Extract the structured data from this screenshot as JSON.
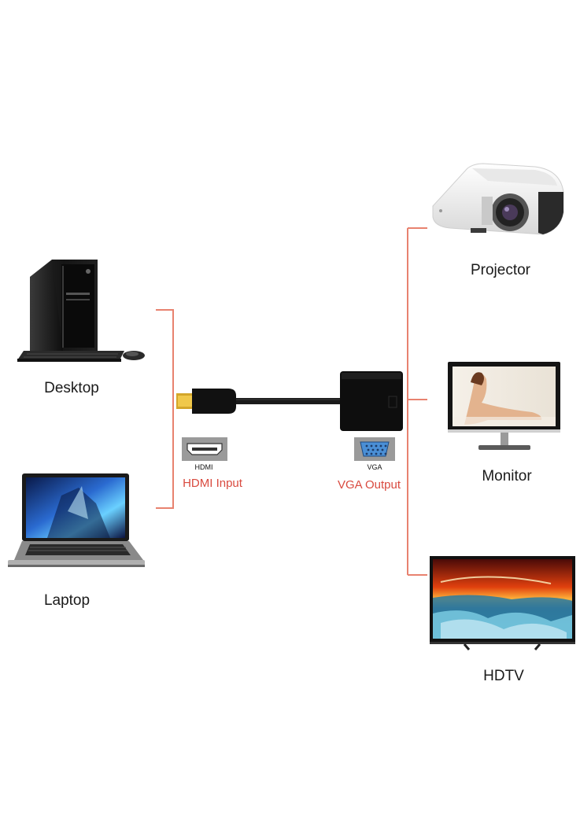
{
  "devices": {
    "desktop": "Desktop",
    "laptop": "Laptop",
    "projector": "Projector",
    "monitor": "Monitor",
    "hdtv": "HDTV"
  },
  "adapter": {
    "input_port": "HDMI",
    "input_caption": "HDMI Input",
    "output_port": "VGA",
    "output_caption": "VGA Output"
  },
  "colors": {
    "connector_line": "#e8826f",
    "caption_text": "#d94a3f",
    "device_black": "#141414"
  },
  "icons": [
    "desktop-tower-icon",
    "keyboard-icon",
    "mouse-icon",
    "laptop-icon",
    "hdmi-port-icon",
    "vga-port-icon",
    "projector-icon",
    "monitor-icon",
    "hdtv-icon"
  ]
}
